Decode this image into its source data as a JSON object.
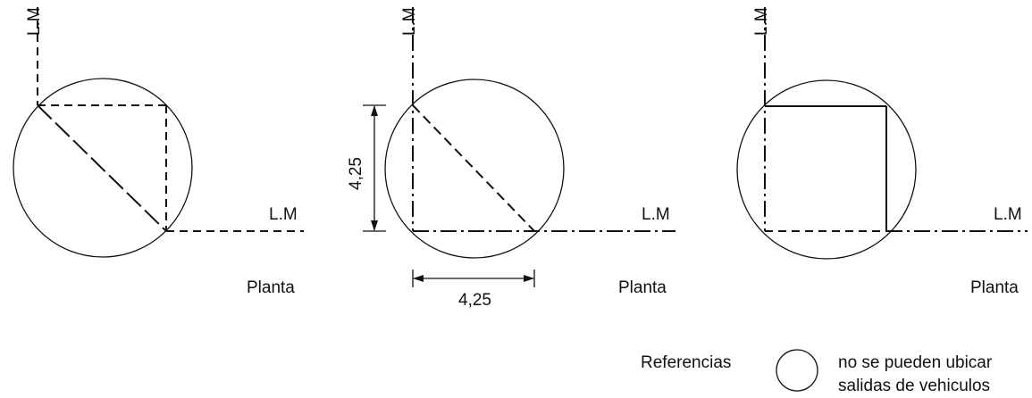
{
  "diagrams": [
    {
      "lm_vertical_label": "L.M",
      "lm_horizontal_label": "L.M",
      "view_label": "Planta"
    },
    {
      "lm_vertical_label": "L.M",
      "lm_horizontal_label": "L.M",
      "view_label": "Planta",
      "vertical_dimension": "4,25",
      "horizontal_dimension": "4,25"
    },
    {
      "lm_vertical_label": "L.M",
      "lm_horizontal_label": "L.M",
      "view_label": "Planta"
    }
  ],
  "legend": {
    "title": "Referencias",
    "text_line1": "no se pueden ubicar",
    "text_line2": "salidas de vehiculos"
  },
  "colors": {
    "ink": "#111111",
    "background": "#ffffff"
  }
}
